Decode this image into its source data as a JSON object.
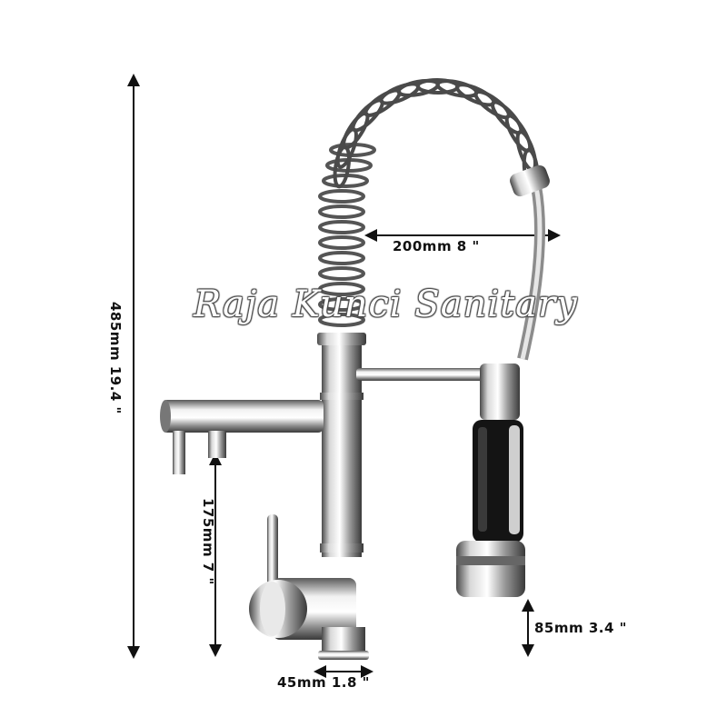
{
  "dimensions": {
    "total_height": "485mm 19.4 \"",
    "spout_reach": "200mm 8 \"",
    "under_spout_height": "175mm 7 \"",
    "sprayer_base_height": "85mm 3.4 \"",
    "base_diameter": "45mm 1.8 \""
  },
  "watermark": "Raja Kunci Sanitary",
  "colors": {
    "chrome_light": "#f4f4f4",
    "chrome_mid": "#b9b9b9",
    "chrome_dark": "#3a3a3a",
    "sprayer_black": "#111111",
    "arrow": "#111111"
  }
}
